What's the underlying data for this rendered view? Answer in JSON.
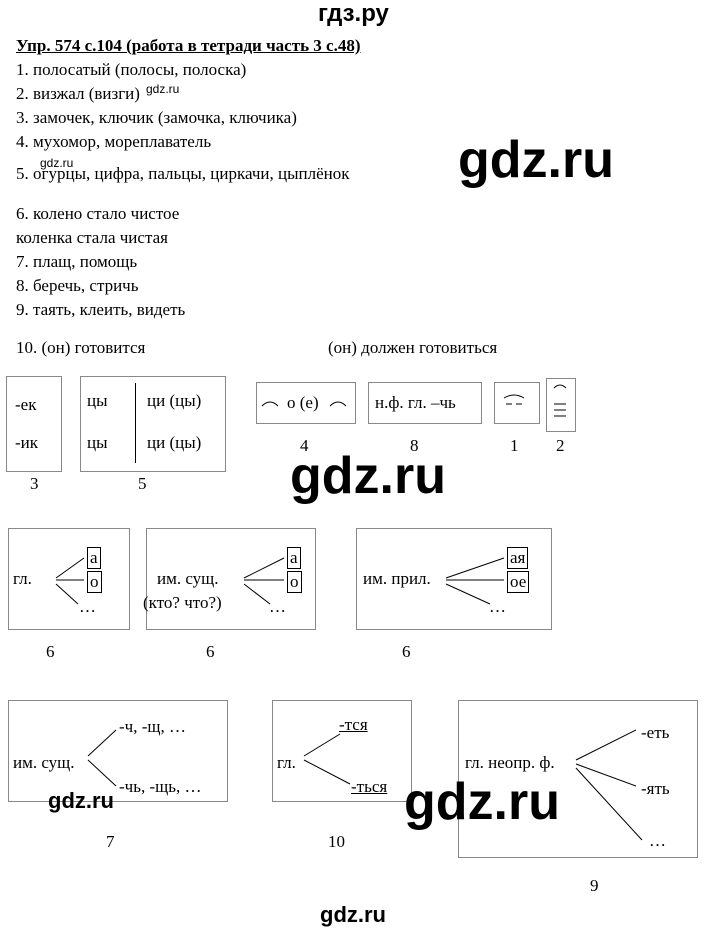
{
  "watermarks": {
    "site_top": "гдз.ру",
    "big": "gdz.ru",
    "small": "gdz.ru"
  },
  "header": "Упр. 574 с.104 (работа в тетради часть 3 с.48)",
  "lines": {
    "l1": "1. полосатый (полосы, полоска)",
    "l2": "2. визжал (визги)",
    "l3": "3. замочек, ключик (замочка, ключика)",
    "l4": "4. мухомор, мореплаватель",
    "l5": "5. огурцы, цифра, пальцы, циркачи, цыплёнок",
    "l6a": "6. колено стало чистое",
    "l6b": "коленка стала чистая",
    "l7": "7. плащ, помощь",
    "l8": "8. беречь, стричь",
    "l9": "9. таять, клеить, видеть",
    "l10a": "10. (он) готовится",
    "l10b": "(он) должен готовиться"
  },
  "schemes": {
    "s3": {
      "a": "-ек",
      "b": "-ик",
      "cap": "3"
    },
    "s5": {
      "a": "цы",
      "b": "ци (цы)",
      "c": "цы",
      "d": "ци (цы)",
      "cap": "5"
    },
    "s4": {
      "text": "о (е)",
      "cap": "4"
    },
    "s8": {
      "text": "н.ф. гл. –чь",
      "cap": "8"
    },
    "s1": {
      "cap": "1"
    },
    "s2": {
      "cap": "2"
    },
    "g1": {
      "label": "гл.",
      "a": "а",
      "o": "о",
      "dots": "…",
      "cap": "6"
    },
    "g2": {
      "label": "им. сущ.",
      "sub": "(кто? что?)",
      "a": "а",
      "o": "о",
      "dots": "…",
      "cap": "6"
    },
    "g3": {
      "label": "им. прил.",
      "a": "ая",
      "o": "ое",
      "dots": "…",
      "cap": "6"
    },
    "h1": {
      "label": "им. сущ.",
      "top": "-ч, -щ, …",
      "bottom": "-чь, -щь, …",
      "cap": "7"
    },
    "h2": {
      "label": "гл.",
      "top": "-тся",
      "bottom": "-ться",
      "cap": "10"
    },
    "h3": {
      "label": "гл. неопр. ф.",
      "a": "-еть",
      "b": "-ять",
      "dots": "…",
      "cap": "9"
    }
  }
}
